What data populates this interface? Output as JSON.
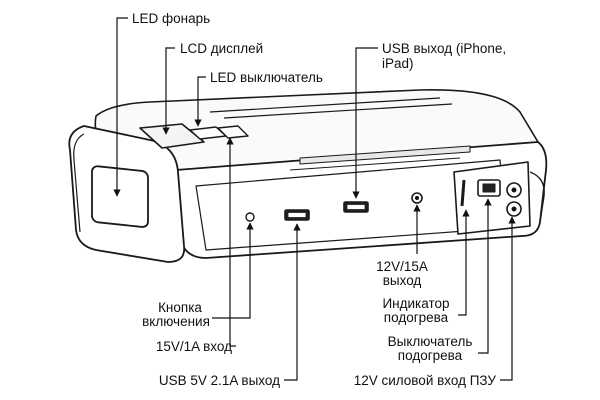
{
  "labels": {
    "led_flashlight": "LED фонарь",
    "lcd_display": "LCD дисплей",
    "led_switch": "LED выключатель",
    "usb_out_line1": "USB выход (iPhone,",
    "usb_out_line2": "iPad)",
    "out_12v_line1": "12V/15A",
    "out_12v_line2": "выход",
    "heat_ind_line1": "Индикатор",
    "heat_ind_line2": "подогрева",
    "heat_sw_line1": "Выключатель",
    "heat_sw_line2": "подогрева",
    "power_btn_line1": "Кнопка",
    "power_btn_line2": "включения",
    "in_15v": "15V/1A вход",
    "usb_5v": "USB 5V 2.1A выход",
    "in_12v_power": "12V силовой вход ПЗУ"
  }
}
